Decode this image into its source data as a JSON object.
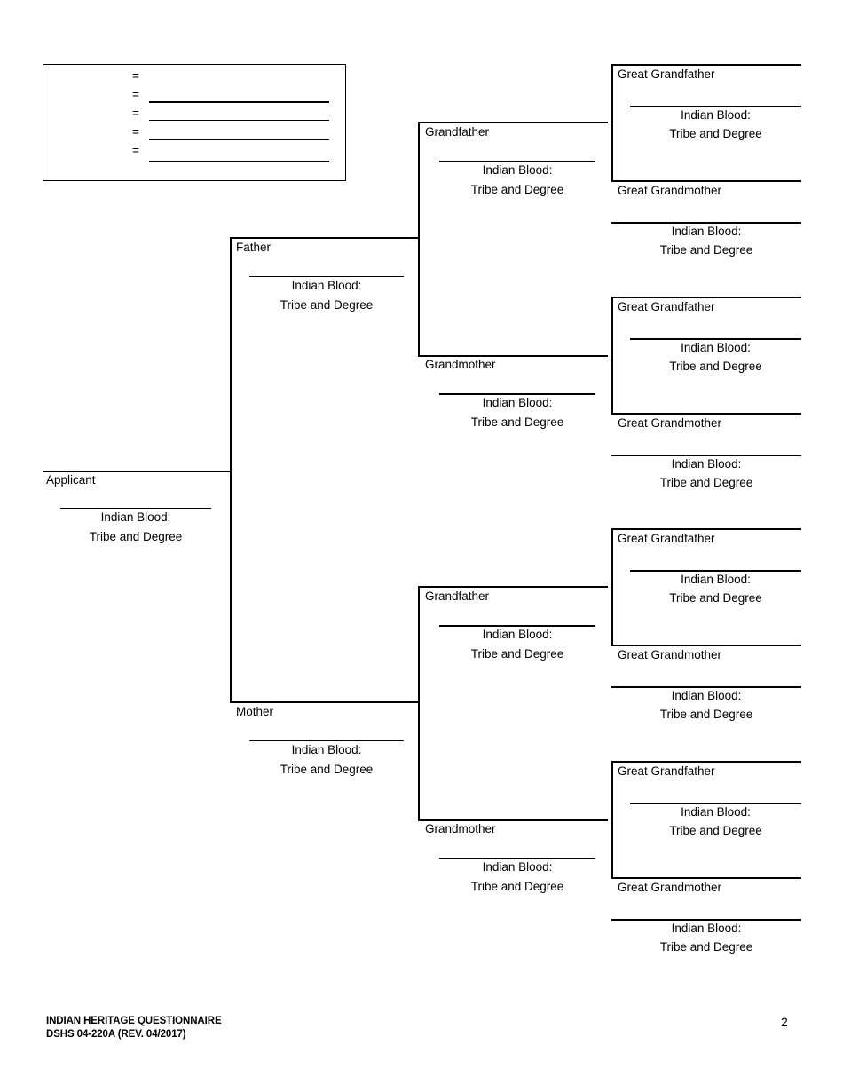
{
  "document": {
    "footer_line_1": "INDIAN HERITAGE QUESTIONNAIRE",
    "footer_line_2": "DSHS 04-220A (REV. 04/2017)",
    "page_number": "2"
  },
  "legend": {
    "rows": [
      {
        "symbol": "=",
        "value": ""
      },
      {
        "symbol": "=",
        "value": ""
      },
      {
        "symbol": "=",
        "value": ""
      },
      {
        "symbol": "=",
        "value": ""
      },
      {
        "symbol": "=",
        "value": ""
      }
    ]
  },
  "labels": {
    "indian_blood": "Indian Blood:",
    "tribe_and_degree": "Tribe and Degree"
  },
  "tree": {
    "applicant": {
      "title": "Applicant",
      "indian_blood": "Indian Blood:",
      "tribe_and_degree": "Tribe and Degree"
    },
    "parents": [
      {
        "title": "Father",
        "indian_blood": "Indian Blood:",
        "tribe_and_degree": "Tribe and Degree"
      },
      {
        "title": "Mother",
        "indian_blood": "Indian Blood:",
        "tribe_and_degree": "Tribe and Degree"
      }
    ],
    "grandparents": [
      {
        "title": "Grandfather",
        "indian_blood": "Indian Blood:",
        "tribe_and_degree": "Tribe and Degree"
      },
      {
        "title": "Grandmother",
        "indian_blood": "Indian Blood:",
        "tribe_and_degree": "Tribe and Degree"
      },
      {
        "title": "Grandfather",
        "indian_blood": "Indian Blood:",
        "tribe_and_degree": "Tribe and Degree"
      },
      {
        "title": "Grandmother",
        "indian_blood": "Indian Blood:",
        "tribe_and_degree": "Tribe and Degree"
      }
    ],
    "great_grandparents": [
      {
        "title": "Great Grandfather",
        "indian_blood": "Indian Blood:",
        "tribe_and_degree": "Tribe and Degree"
      },
      {
        "title": "Great Grandmother",
        "indian_blood": "Indian Blood:",
        "tribe_and_degree": "Tribe and Degree"
      },
      {
        "title": "Great Grandfather",
        "indian_blood": "Indian Blood:",
        "tribe_and_degree": "Tribe and Degree"
      },
      {
        "title": "Great Grandmother",
        "indian_blood": "Indian Blood:",
        "tribe_and_degree": "Tribe and Degree"
      },
      {
        "title": "Great Grandfather",
        "indian_blood": "Indian Blood:",
        "tribe_and_degree": "Tribe and Degree"
      },
      {
        "title": "Great Grandmother",
        "indian_blood": "Indian Blood:",
        "tribe_and_degree": "Tribe and Degree"
      },
      {
        "title": "Great Grandfather",
        "indian_blood": "Indian Blood:",
        "tribe_and_degree": "Tribe and Degree"
      },
      {
        "title": "Great Grandmother",
        "indian_blood": "Indian Blood:",
        "tribe_and_degree": "Tribe and Degree"
      }
    ]
  }
}
